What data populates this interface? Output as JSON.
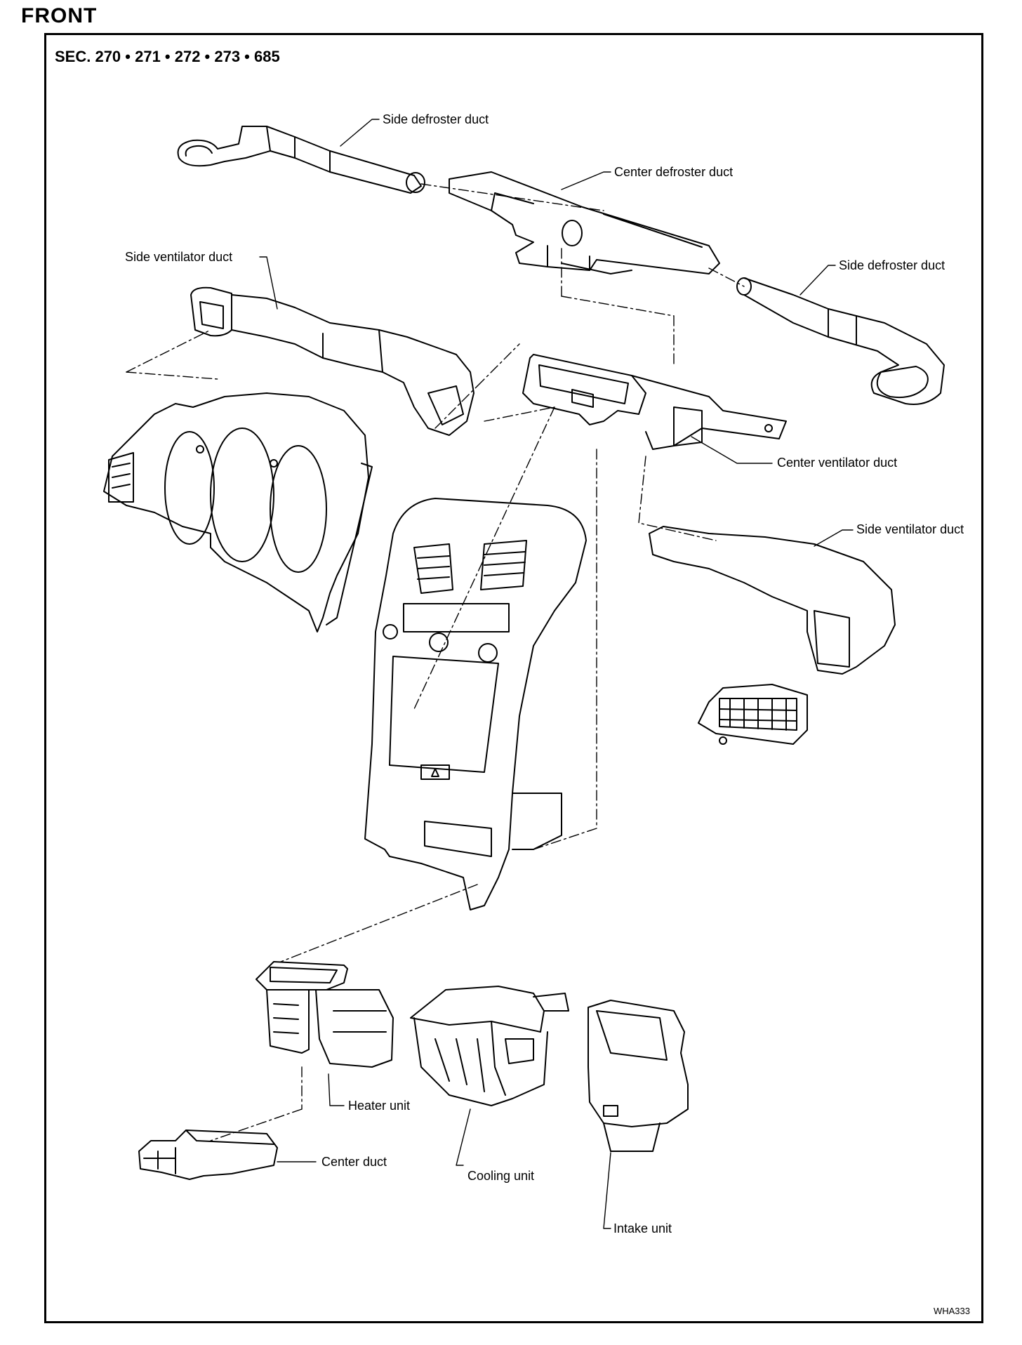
{
  "header": {
    "orientation": "FRONT"
  },
  "section": {
    "code": "SEC. 270 • 271 • 272 • 273 • 685"
  },
  "labels": {
    "side_defroster_left": "Side defroster duct",
    "center_defroster": "Center defroster duct",
    "side_defroster_right": "Side defroster duct",
    "side_ventilator_left": "Side ventilator duct",
    "center_ventilator": "Center ventilator duct",
    "side_ventilator_right": "Side ventilator duct",
    "heater_unit": "Heater unit",
    "center_duct": "Center duct",
    "cooling_unit": "Cooling unit",
    "intake_unit": "Intake unit"
  },
  "figure_id": "WHA333"
}
